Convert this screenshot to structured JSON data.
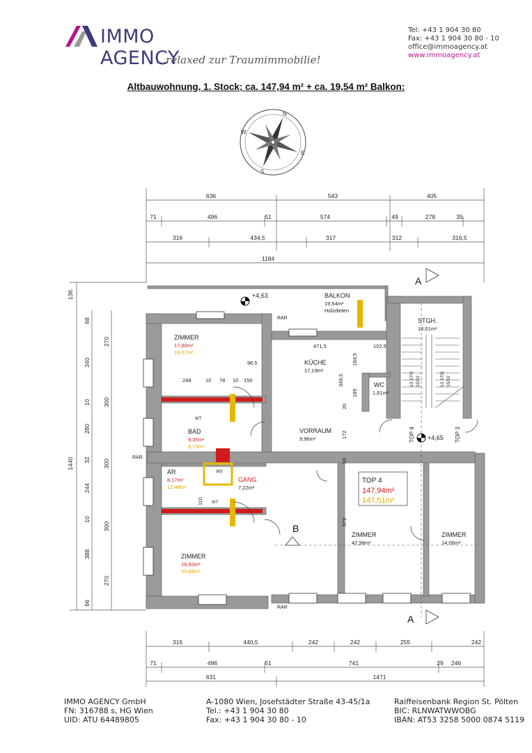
{
  "header": {
    "brand": "IMMO AGENCY",
    "slogan": "...relaxed zur Traumimmobilie!",
    "contact": [
      "Tel:  +43 1 904 30 80",
      "Fax: +43 1 904 30 80 - 10",
      "office@immoagency.at",
      "www.immoagency.at"
    ]
  },
  "title": "Altbauwohnung, 1. Stock; ca. 147,94 m² + ca. 19,54 m² Balkon:",
  "compass": {
    "letters": [
      "N",
      "W",
      "S",
      "E"
    ]
  },
  "plan": {
    "top_dims": {
      "row1": [
        "636",
        "543",
        "405"
      ],
      "row2": [
        "71",
        "496",
        "51",
        "574",
        "49",
        "278",
        "35"
      ],
      "row3": [
        "316",
        "434,5",
        "317",
        "312",
        "316,5"
      ],
      "row4": [
        "1184"
      ]
    },
    "bottom_dims": {
      "row1": [
        "316",
        "440,5",
        "242",
        "242",
        "255",
        "242"
      ],
      "row2": [
        "71",
        "496",
        "51",
        "741",
        "29",
        "246"
      ],
      "row3": [
        "631",
        "1471"
      ]
    },
    "left_dims": {
      "outer": [
        "136",
        "68",
        "270",
        "340",
        "10",
        "280",
        "32",
        "244",
        "10",
        "388",
        "270",
        "66"
      ],
      "mid": [
        "300",
        "300",
        "300"
      ],
      "total": "1440"
    },
    "rooms": [
      {
        "name": "BALKON",
        "area": "19,54m²",
        "note": "Holzdielen"
      },
      {
        "name": "STGH.",
        "area": "18,61m²"
      },
      {
        "name": "ZIMMER",
        "area": "17,80m²",
        "area2": "19,67m²"
      },
      {
        "name": "KÜCHE",
        "area": "17,19m²"
      },
      {
        "name": "WC",
        "area": "1,61m²"
      },
      {
        "name": "BAD",
        "area": "9,35m²",
        "area2": "8,73m²"
      },
      {
        "name": "VORRAUM",
        "area": "9,96m²"
      },
      {
        "name": "AR",
        "area": "8,17m²",
        "area2": "12,48m²"
      },
      {
        "name": "GANG",
        "area": "7,22m²"
      },
      {
        "name": "ZIMMER",
        "area": "42,98m²"
      },
      {
        "name": "ZIMMER",
        "area": "14,06m²"
      },
      {
        "name": "ZIMMER",
        "area": "19,60m²",
        "area2": "20,88m²"
      }
    ],
    "top4": {
      "label": "TOP 4",
      "area_red": "147,94m²",
      "area_orange": "147,51m²"
    },
    "labels": {
      "level1": "+4,63",
      "level2": "+4,65",
      "sectA": "A",
      "sectB": "B",
      "rar": "RAR",
      "top3": "TOP 3",
      "top4v": "TOP 4",
      "stg1": "13 STG",
      "stg1b": "15/32",
      "stg2": "13 STG",
      "stg2b": "15/32",
      "wt": "WT",
      "ws": "WS"
    },
    "inner_dims": [
      "471,5",
      "102,5",
      "164,5",
      "349,5",
      "185",
      "20",
      "172",
      "572",
      "65",
      "96,5",
      "248",
      "10",
      "78",
      "10",
      "150",
      "110"
    ]
  },
  "footer": {
    "col1": [
      "IMMO AGENCY GmbH",
      "FN: 316788 s, HG Wien",
      "UID: ATU 64489805"
    ],
    "col2": [
      "A-1080 Wien, Josefstädter Straße 43-45/1a",
      "Tel.: +43 1 904 30 80",
      "Fax: +43 1 904 30 80 - 10"
    ],
    "col3": [
      "Raiffeisenbank Region St. Pölten",
      "BIC: RLNWATWWOBG",
      "IBAN: AT53 3258 5000 0874 5119"
    ]
  }
}
